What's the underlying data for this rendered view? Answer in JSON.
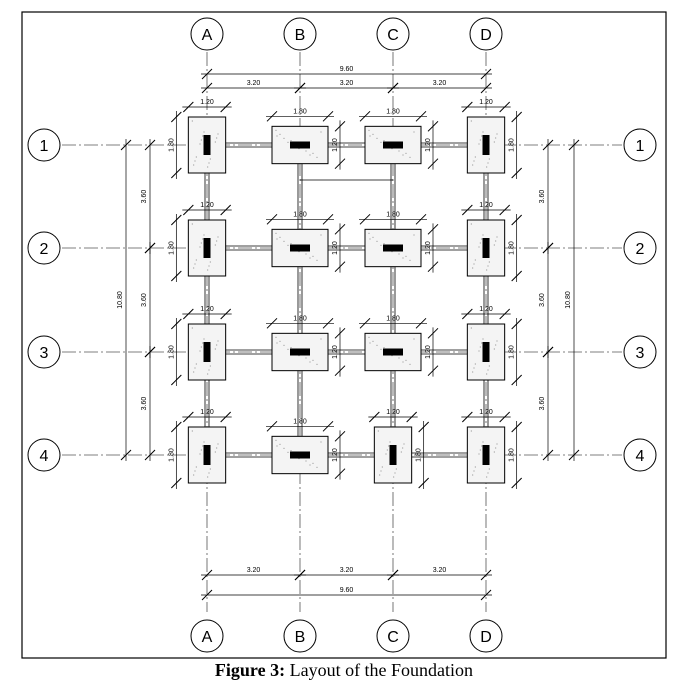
{
  "figure": {
    "label": "Figure 3:",
    "title": "Layout of the Foundation"
  },
  "grid": {
    "columns": [
      "A",
      "B",
      "C",
      "D"
    ],
    "rows": [
      "1",
      "2",
      "3",
      "4"
    ]
  },
  "dimensions": {
    "bay": "3.20",
    "total_x": "9.60",
    "row_spacing": "3.60",
    "total_y": "10.80",
    "footing_small": "1.20",
    "footing_large": "1.80"
  },
  "footings": [
    {
      "row": 1,
      "col": "A",
      "w": 1.2,
      "h": 1.8,
      "col_orient": "v"
    },
    {
      "row": 1,
      "col": "B",
      "w": 1.8,
      "h": 1.2,
      "col_orient": "h"
    },
    {
      "row": 1,
      "col": "C",
      "w": 1.8,
      "h": 1.2,
      "col_orient": "h"
    },
    {
      "row": 1,
      "col": "D",
      "w": 1.2,
      "h": 1.8,
      "col_orient": "v"
    },
    {
      "row": 2,
      "col": "A",
      "w": 1.2,
      "h": 1.8,
      "col_orient": "v"
    },
    {
      "row": 2,
      "col": "B",
      "w": 1.8,
      "h": 1.2,
      "col_orient": "h"
    },
    {
      "row": 2,
      "col": "C",
      "w": 1.8,
      "h": 1.2,
      "col_orient": "h"
    },
    {
      "row": 2,
      "col": "D",
      "w": 1.2,
      "h": 1.8,
      "col_orient": "v"
    },
    {
      "row": 3,
      "col": "A",
      "w": 1.2,
      "h": 1.8,
      "col_orient": "v"
    },
    {
      "row": 3,
      "col": "B",
      "w": 1.8,
      "h": 1.2,
      "col_orient": "h"
    },
    {
      "row": 3,
      "col": "C",
      "w": 1.8,
      "h": 1.2,
      "col_orient": "h"
    },
    {
      "row": 3,
      "col": "D",
      "w": 1.2,
      "h": 1.8,
      "col_orient": "v"
    },
    {
      "row": 4,
      "col": "A",
      "w": 1.2,
      "h": 1.8,
      "col_orient": "v"
    },
    {
      "row": 4,
      "col": "B",
      "w": 1.8,
      "h": 1.2,
      "col_orient": "h"
    },
    {
      "row": 4,
      "col": "C",
      "w": 1.2,
      "h": 1.8,
      "col_orient": "v"
    },
    {
      "row": 4,
      "col": "D",
      "w": 1.2,
      "h": 1.8,
      "col_orient": "v"
    }
  ]
}
